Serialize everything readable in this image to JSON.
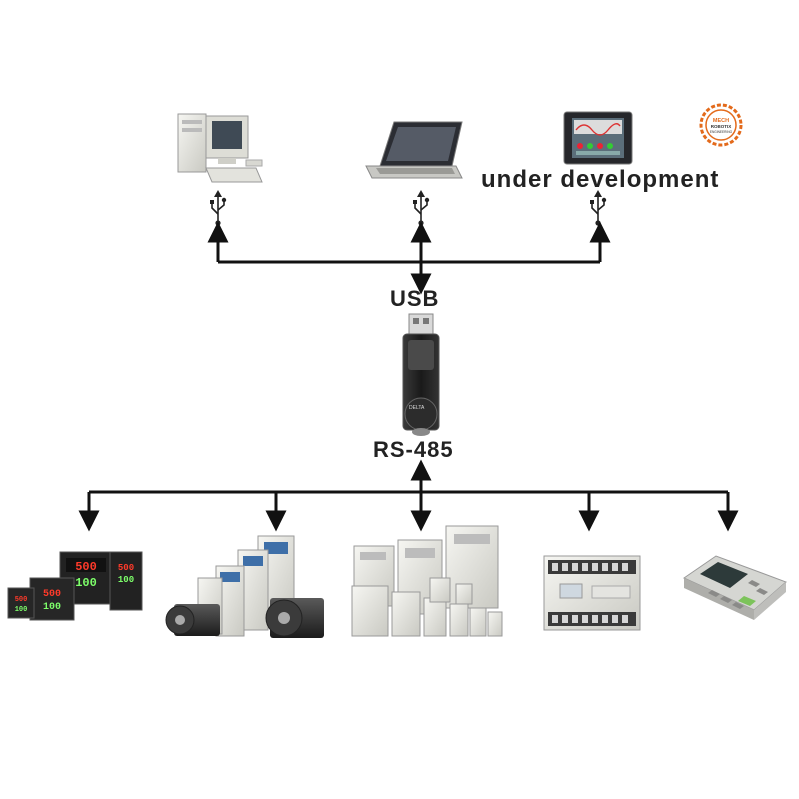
{
  "labels": {
    "usb": "USB",
    "rs485": "RS-485",
    "under_development": "under development"
  },
  "converter": {
    "brand_text": "DELTA"
  },
  "logo": {
    "line1": "MECH",
    "line2": "ROBOTIX",
    "line3": "ENGINEERING",
    "color": "#e36a1b"
  },
  "devices_top": [
    {
      "name": "desktop-pc"
    },
    {
      "name": "laptop"
    },
    {
      "name": "hmi-touch-panel"
    }
  ],
  "devices_bottom": [
    {
      "name": "temperature-controllers",
      "readings": [
        "500",
        "100",
        "500",
        "100",
        "500",
        "100",
        "500",
        "100"
      ]
    },
    {
      "name": "servo-drives-and-motors"
    },
    {
      "name": "ac-drives"
    },
    {
      "name": "plc"
    },
    {
      "name": "text-panel"
    }
  ],
  "colors": {
    "line": "#111111",
    "device_body": "#e8e8e4",
    "display_red": "#ff3a2a",
    "display_green": "#7dff6a"
  }
}
